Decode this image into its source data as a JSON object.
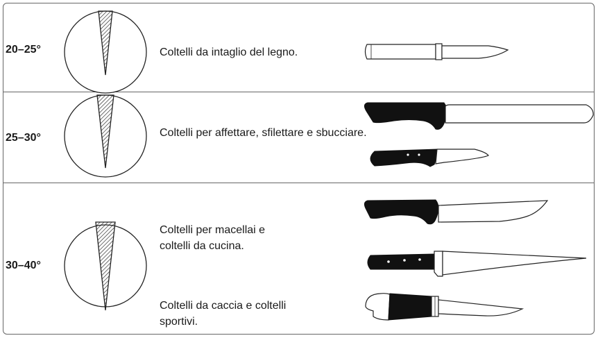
{
  "rows": [
    {
      "angle": "20–25°",
      "descriptions": [
        "Coltelli da intaglio del legno."
      ]
    },
    {
      "angle": "25–30°",
      "descriptions": [
        "Coltelli per affettare, sfilettare e sbucciare."
      ]
    },
    {
      "angle": "30–40°",
      "descriptions": [
        "Coltelli per macellai e coltelli da cucina.",
        "Coltelli da caccia e coltelli sportivi."
      ]
    }
  ],
  "icons": {
    "angle_diagram": "blade-cross-section-icon",
    "knives": [
      "carving-knife-icon",
      "slicing-knife-icon",
      "paring-knife-icon",
      "butcher-knife-icon",
      "chef-knife-icon",
      "hunting-knife-icon"
    ]
  }
}
